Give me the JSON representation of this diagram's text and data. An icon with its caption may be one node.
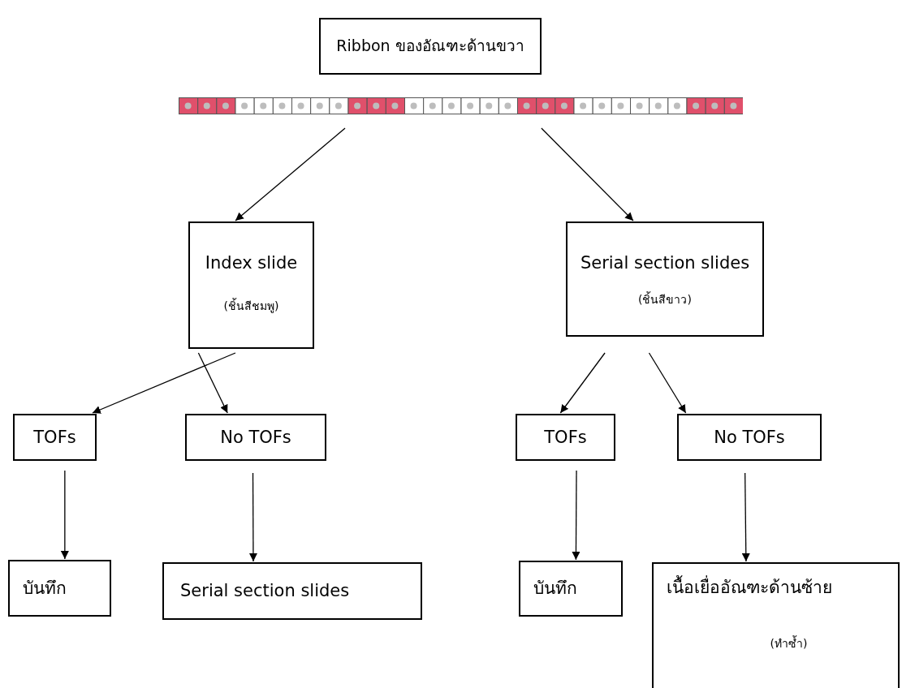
{
  "diagram": {
    "nodes": [
      {
        "text": [
          "Ribbon ของอัณฑะด้านขวา"
        ]
      },
      {
        "text": [],
        "shape": "bar"
      },
      {
        "text": [
          "Index slide",
          "(ชิ้นสีชมพู)"
        ]
      },
      {
        "text": [
          "Serial section slides",
          "(ชิ้นสีขาว)"
        ]
      },
      {
        "text": [
          "TOFs"
        ]
      },
      {
        "text": [
          "No TOFs"
        ]
      },
      {
        "text": [
          "บันทึก"
        ]
      },
      {
        "text": [
          "Serial section slides"
        ]
      },
      {
        "text": [
          "TOFs"
        ]
      },
      {
        "text": [
          "No TOFs"
        ]
      },
      {
        "text": [
          "บันทึก"
        ]
      },
      {
        "text": [
          "เนื้อเยื่ออัณฑะด้านซ้าย",
          "(ทำซ้ำ)"
        ]
      }
    ],
    "edges": [
      {
        "from": 1,
        "to": 2,
        "arrow": "to"
      },
      {
        "from": 1,
        "to": 3,
        "arrow": "to"
      },
      {
        "from": 2,
        "to": 4,
        "arrow": "to"
      },
      {
        "from": 2,
        "to": 5,
        "arrow": "to"
      },
      {
        "from": 3,
        "to": 8,
        "arrow": "to"
      },
      {
        "from": 3,
        "to": 9,
        "arrow": "to"
      },
      {
        "from": 4,
        "to": 6,
        "arrow": "to"
      },
      {
        "from": 5,
        "to": 7,
        "arrow": "to"
      },
      {
        "from": 8,
        "to": 10,
        "arrow": "to"
      },
      {
        "from": 9,
        "to": 11,
        "arrow": "to"
      }
    ]
  }
}
